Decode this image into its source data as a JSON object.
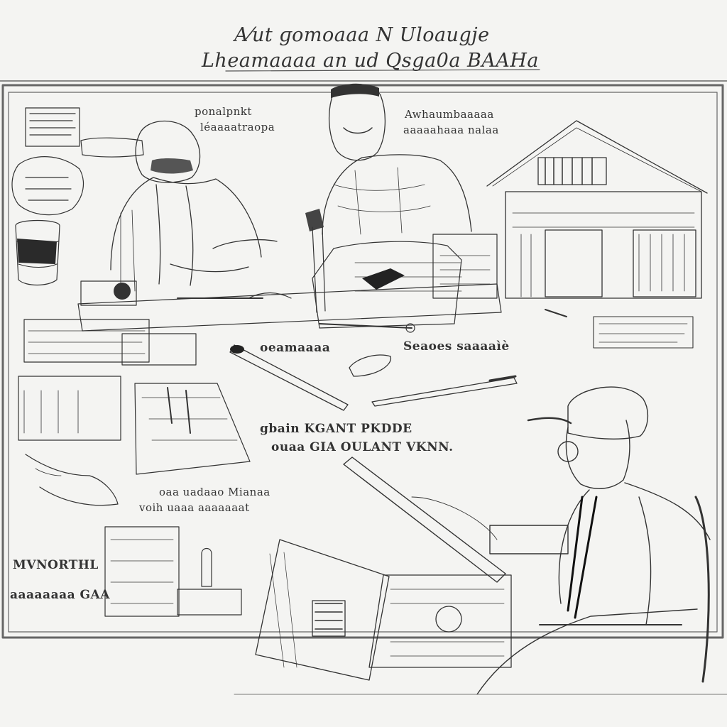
{
  "header": {
    "title_line1": "A⁄ut ɡomoaaa N  Uloaugje",
    "title_line2": "Lheamaaaa an ud  Qsga0a BAAHa"
  },
  "labels": {
    "top_center": [
      "ponalpnkt",
      "léaaaatraopa"
    ],
    "top_right": [
      "Awhaumbaaaaa",
      "aaaaahaaa nalaa"
    ],
    "middle_left_caption": "oeamaaaa",
    "middle_right_caption": "Seaoes saaaaìè",
    "center_block": [
      "gbain KGANT PKDDE",
      "ouaa GIA OULANT VKNN."
    ],
    "lower_center": [
      "oaa uadaao Mianaa",
      "voih uaaa aaaaaaat"
    ],
    "left_bottom": [
      "MVNORTHL",
      "aaaaaaaa GAA"
    ]
  }
}
